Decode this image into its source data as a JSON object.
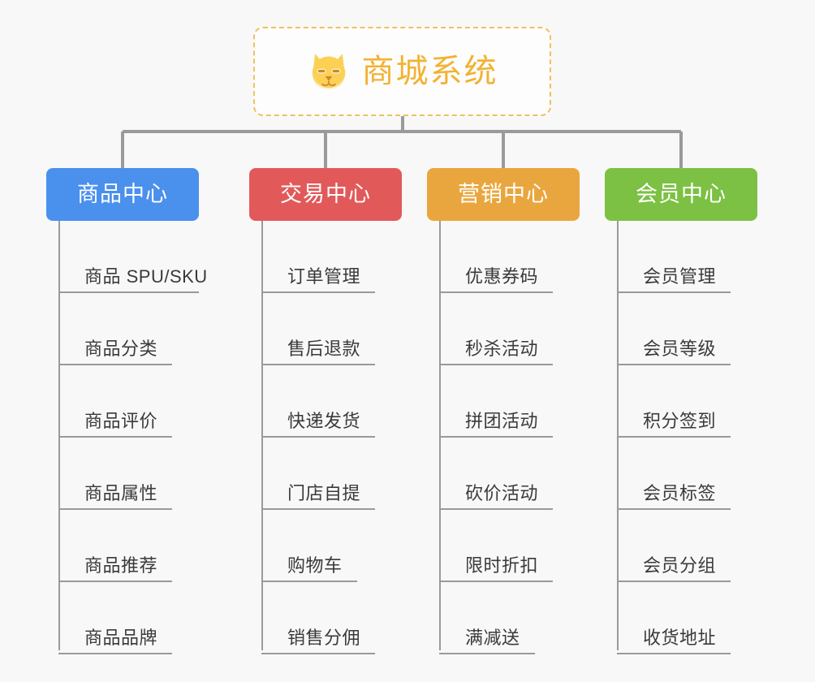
{
  "page": {
    "background_color": "#f8f8f8",
    "type": "mindmap-tree"
  },
  "root": {
    "title": "商城系统",
    "icon": "dog-face-emoji",
    "border_color": "#f0c060",
    "text_color": "#f2b233",
    "background_color": "#fdfdfd"
  },
  "connector": {
    "color": "#9a9a9a"
  },
  "categories": [
    {
      "label": "商品中心",
      "color": "#4a90ed",
      "items": [
        {
          "label": "商品 SPU/SKU"
        },
        {
          "label": "商品分类"
        },
        {
          "label": "商品评价"
        },
        {
          "label": "商品属性"
        },
        {
          "label": "商品推荐"
        },
        {
          "label": "商品品牌"
        }
      ]
    },
    {
      "label": "交易中心",
      "color": "#e2595a",
      "items": [
        {
          "label": "订单管理"
        },
        {
          "label": "售后退款"
        },
        {
          "label": "快递发货"
        },
        {
          "label": "门店自提"
        },
        {
          "label": "购物车"
        },
        {
          "label": "销售分佣"
        }
      ]
    },
    {
      "label": "营销中心",
      "color": "#eaa63e",
      "items": [
        {
          "label": "优惠券码"
        },
        {
          "label": "秒杀活动"
        },
        {
          "label": "拼团活动"
        },
        {
          "label": "砍价活动"
        },
        {
          "label": "限时折扣"
        },
        {
          "label": "满减送"
        }
      ]
    },
    {
      "label": "会员中心",
      "color": "#7cc143",
      "items": [
        {
          "label": "会员管理"
        },
        {
          "label": "会员等级"
        },
        {
          "label": "积分签到"
        },
        {
          "label": "会员标签"
        },
        {
          "label": "会员分组"
        },
        {
          "label": "收货地址"
        }
      ]
    }
  ]
}
